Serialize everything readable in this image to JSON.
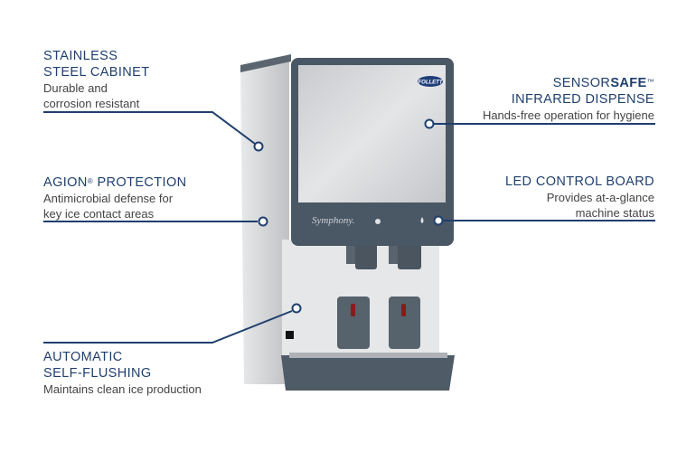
{
  "callouts": {
    "stainless": {
      "title_line1": "STAINLESS",
      "title_line2": "STEEL CABINET",
      "desc_line1": "Durable and",
      "desc_line2": "corrosion resistant"
    },
    "agion": {
      "title": "AGION",
      "mark": "®",
      "title_rest": " PROTECTION",
      "desc_line1": "Antimicrobial defense for",
      "desc_line2": "key ice contact areas"
    },
    "sensorsafe": {
      "title_a": "SENSOR",
      "title_b": "SAFE",
      "mark": "™",
      "title_line2": "INFRARED DISPENSE",
      "desc": "Hands-free operation for hygiene"
    },
    "led": {
      "title": "LED CONTROL BOARD",
      "desc_line1": "Provides at-a-glance",
      "desc_line2": "machine status"
    },
    "flushing": {
      "title_line1": "AUTOMATIC",
      "title_line2": "SELF-FLUSHING",
      "desc": "Maintains clean ice production"
    }
  },
  "machine": {
    "brand_logo": "FOLLETT",
    "model_script": "Symphony"
  },
  "colors": {
    "accent": "#1f3f6e",
    "frame": "#4a5764",
    "steel": "#d4d6d8"
  }
}
